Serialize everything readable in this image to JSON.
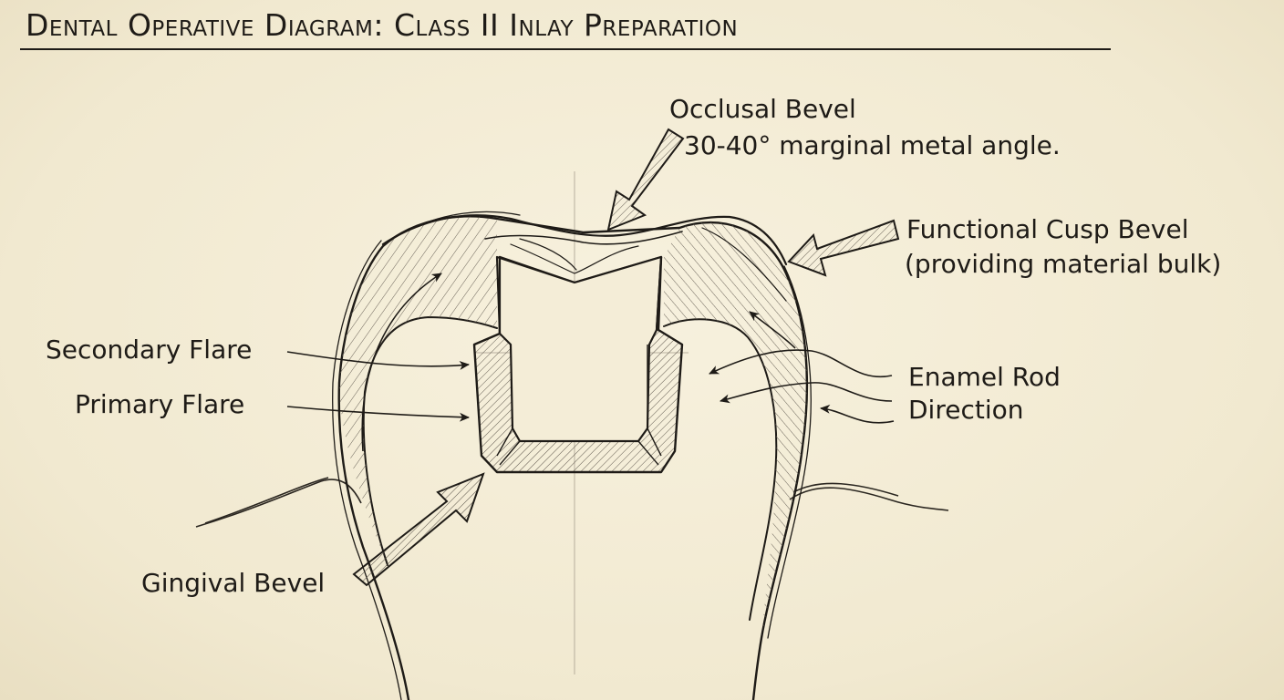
{
  "title": "Dental Operative Diagram: Class II Inlay Preparation",
  "labels": {
    "occlusal_bevel": "Occlusal Bevel",
    "occlusal_bevel_note": "30-40° marginal metal angle.",
    "functional_cusp_bevel": "Functional Cusp Bevel",
    "functional_cusp_bevel_note": "(providing material bulk)",
    "secondary_flare": "Secondary Flare",
    "primary_flare": "Primary Flare",
    "enamel_rod_line1": "Enamel Rod",
    "enamel_rod_line2": "Direction",
    "gingival_bevel": "Gingival Bevel"
  },
  "colors": {
    "ink": "#1e1b17",
    "paper": "#f3ecd6",
    "hatch": "#6b645a",
    "arrow_fill": "#8f887c"
  },
  "icons": [
    "block-arrow-icon",
    "curved-arrow-icon"
  ]
}
